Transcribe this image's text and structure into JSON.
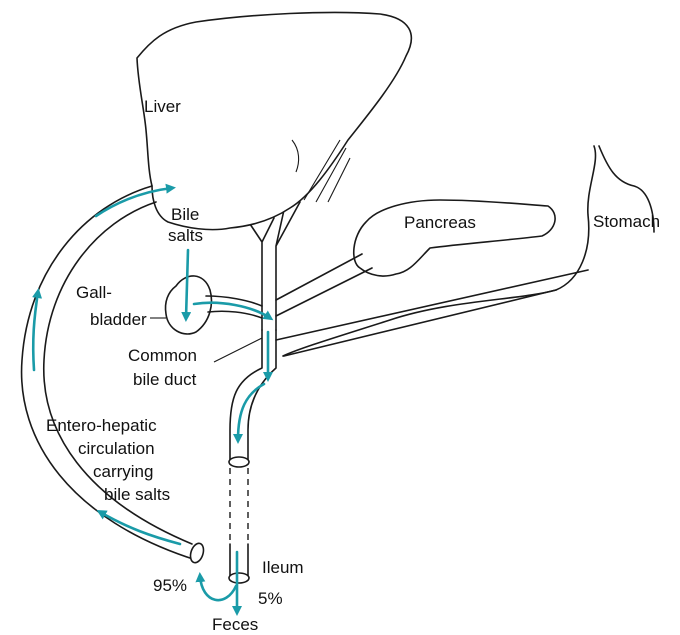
{
  "labels": {
    "liver": "Liver",
    "bile_salts_line1": "Bile",
    "bile_salts_line2": "salts",
    "pancreas": "Pancreas",
    "stomach": "Stomach",
    "gallbladder_line1": "Gall-",
    "gallbladder_line2": "bladder",
    "common_bile_duct_line1": "Common",
    "common_bile_duct_line2": "bile duct",
    "entero_line1": "Entero-hepatic",
    "entero_line2": "circulation",
    "entero_line3": "carrying",
    "entero_line4": "bile salts",
    "ileum": "Ileum",
    "reabsorbed_pct": "95%",
    "excreted_pct": "5%",
    "feces": "Feces"
  },
  "colors": {
    "flow_arrow": "#1a9ba8",
    "outline": "#1a1a1a"
  }
}
